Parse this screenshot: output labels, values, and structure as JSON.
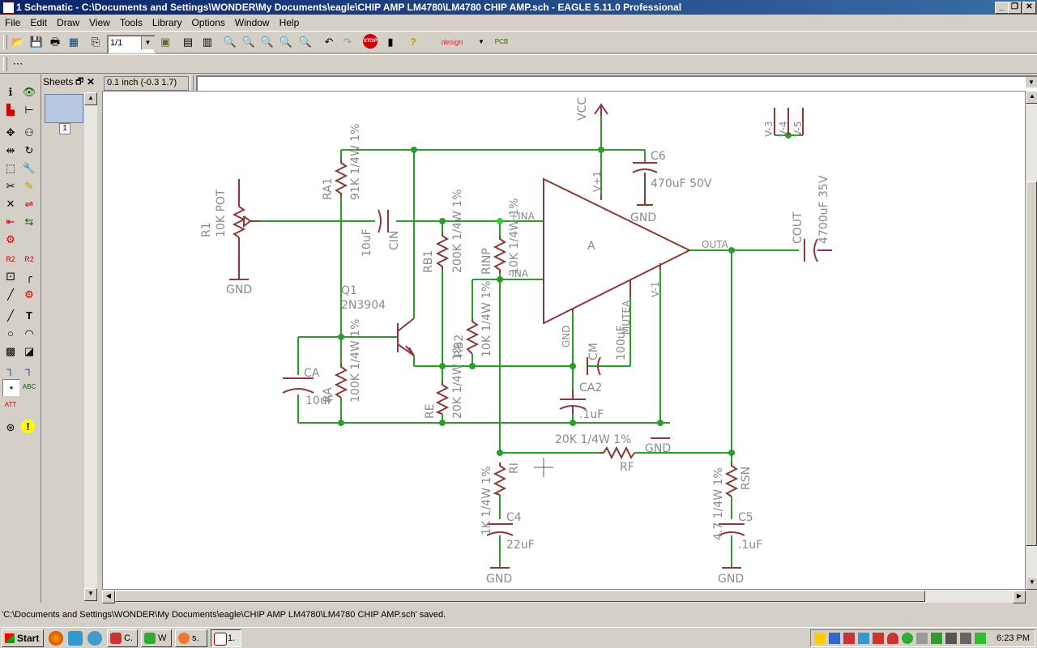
{
  "window": {
    "title": "1 Schematic - C:\\Documents and Settings\\WONDER\\My Documents\\eagle\\CHIP AMP LM4780\\LM4780 CHIP AMP.sch - EAGLE 5.11.0 Professional"
  },
  "menu": [
    "File",
    "Edit",
    "Draw",
    "View",
    "Tools",
    "Library",
    "Options",
    "Window",
    "Help"
  ],
  "toolbar": {
    "sheet_select": "1/1"
  },
  "sheets_panel": {
    "title": "Sheets",
    "sheet_number": "1"
  },
  "command_bar": {
    "coordinate": "0.1 inch (-0.3 1.7)",
    "command": ""
  },
  "schematic": {
    "labels": {
      "vcc": "VCC",
      "c6": "C6",
      "c6_val": "470uF 50V",
      "gnd_c6": "GND",
      "v1p": "V+1",
      "v3": "V-3",
      "v4": "V-4",
      "v5": "V-5",
      "cout": "COUT",
      "cout_val": "4700uF 35V",
      "outa": "OUTA",
      "ra1": "RA1",
      "ra1_val": "91K 1/4W 1%",
      "r1": "R1",
      "r1_val": "10K POT",
      "gnd_r1": "GND",
      "cin": "CIN",
      "cin_val": "10uF",
      "rb1": "RB1",
      "rb1_val": "200K 1/4W 1%",
      "rinp": "RINP",
      "rinp_val": "10K 1/4W 1%",
      "ina_p": "+INA",
      "ina_m": "-INA",
      "opamp": "A",
      "q1": "Q1",
      "q1_val": "2N3904",
      "ca": "CA",
      "ca_val": "10uF",
      "ra": "RA",
      "ra_val": "100K 1/4W 1%",
      "rb2": "RB2",
      "rb2_val": "10K 1/4W 1%",
      "re": "RE",
      "re_val": "20K 1/4W 1%",
      "gnd_amp": "GND",
      "cm": "CM",
      "cm_val": "100uF",
      "mutea": "MUTEA",
      "v1m": "V-1",
      "ca2": "CA2",
      "ca2_val": ".1uF",
      "gnd_mid": "GND",
      "rf": "RF",
      "rf_val": "20K 1/4W 1%",
      "ri": "RI",
      "ri_val": "1K 1/4W 1%",
      "c4": "C4",
      "c4_val": "22uF",
      "gnd_c4": "GND",
      "rsn": "RSN",
      "rsn_val": "4.7 1/4W 1%",
      "c5": "C5",
      "c5_val": ".1uF",
      "gnd_c5": "GND"
    }
  },
  "status": {
    "message": "'C:\\Documents and Settings\\WONDER\\My Documents\\eagle\\CHIP AMP LM4780\\LM4780 CHIP AMP.sch' saved."
  },
  "taskbar": {
    "start": "Start",
    "items": [
      "C.",
      "W",
      "s.",
      "1."
    ],
    "clock": "6:23 PM"
  },
  "colors": {
    "wire": "#2a9d2a",
    "component": "#8b3a3a",
    "text": "#8a8a8a",
    "junction": "#2a9d2a",
    "title_bar": "#0a246a"
  }
}
